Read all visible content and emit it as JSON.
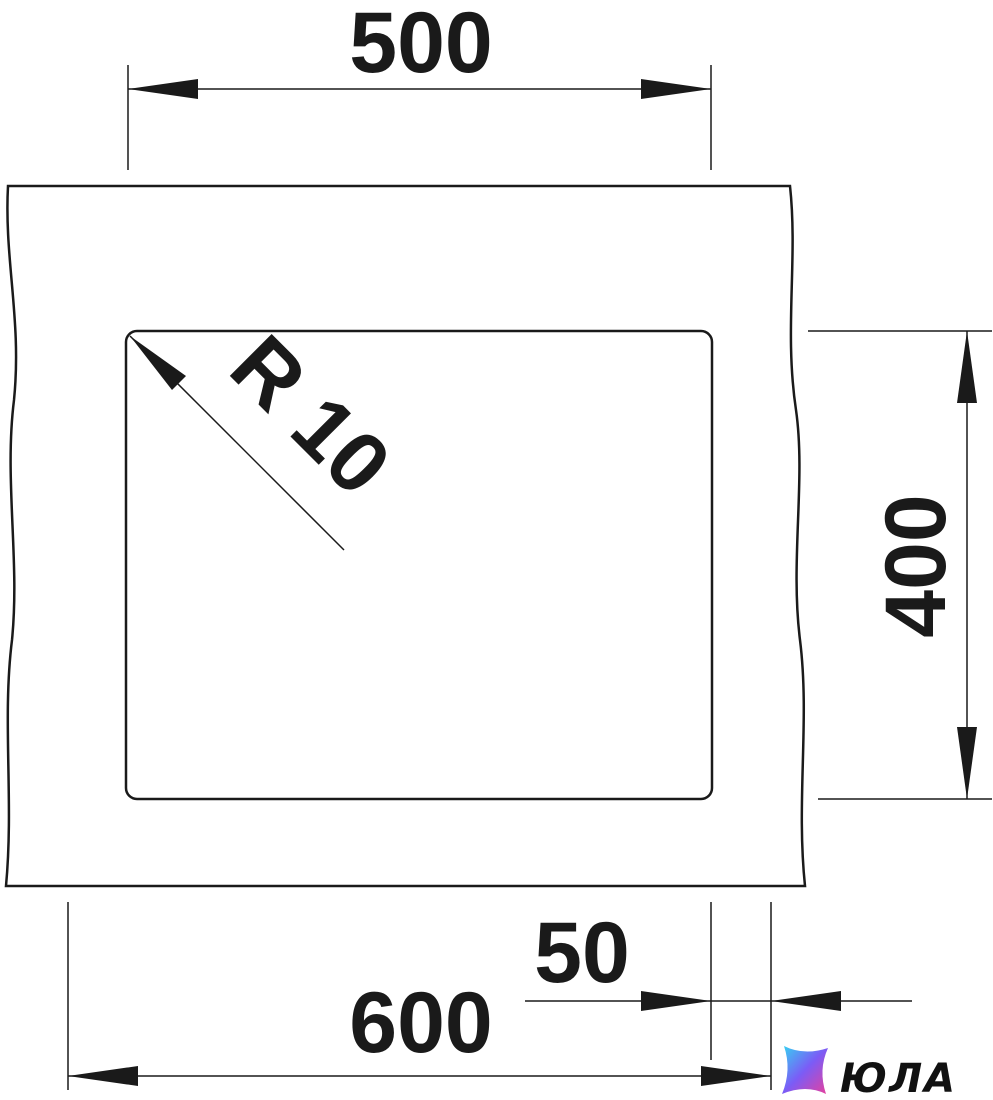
{
  "dimensions": {
    "top_width": "500",
    "right_height": "400",
    "offset": "50",
    "bottom_width": "600",
    "radius": "R 10"
  },
  "logo": {
    "text": "ЮЛА"
  }
}
